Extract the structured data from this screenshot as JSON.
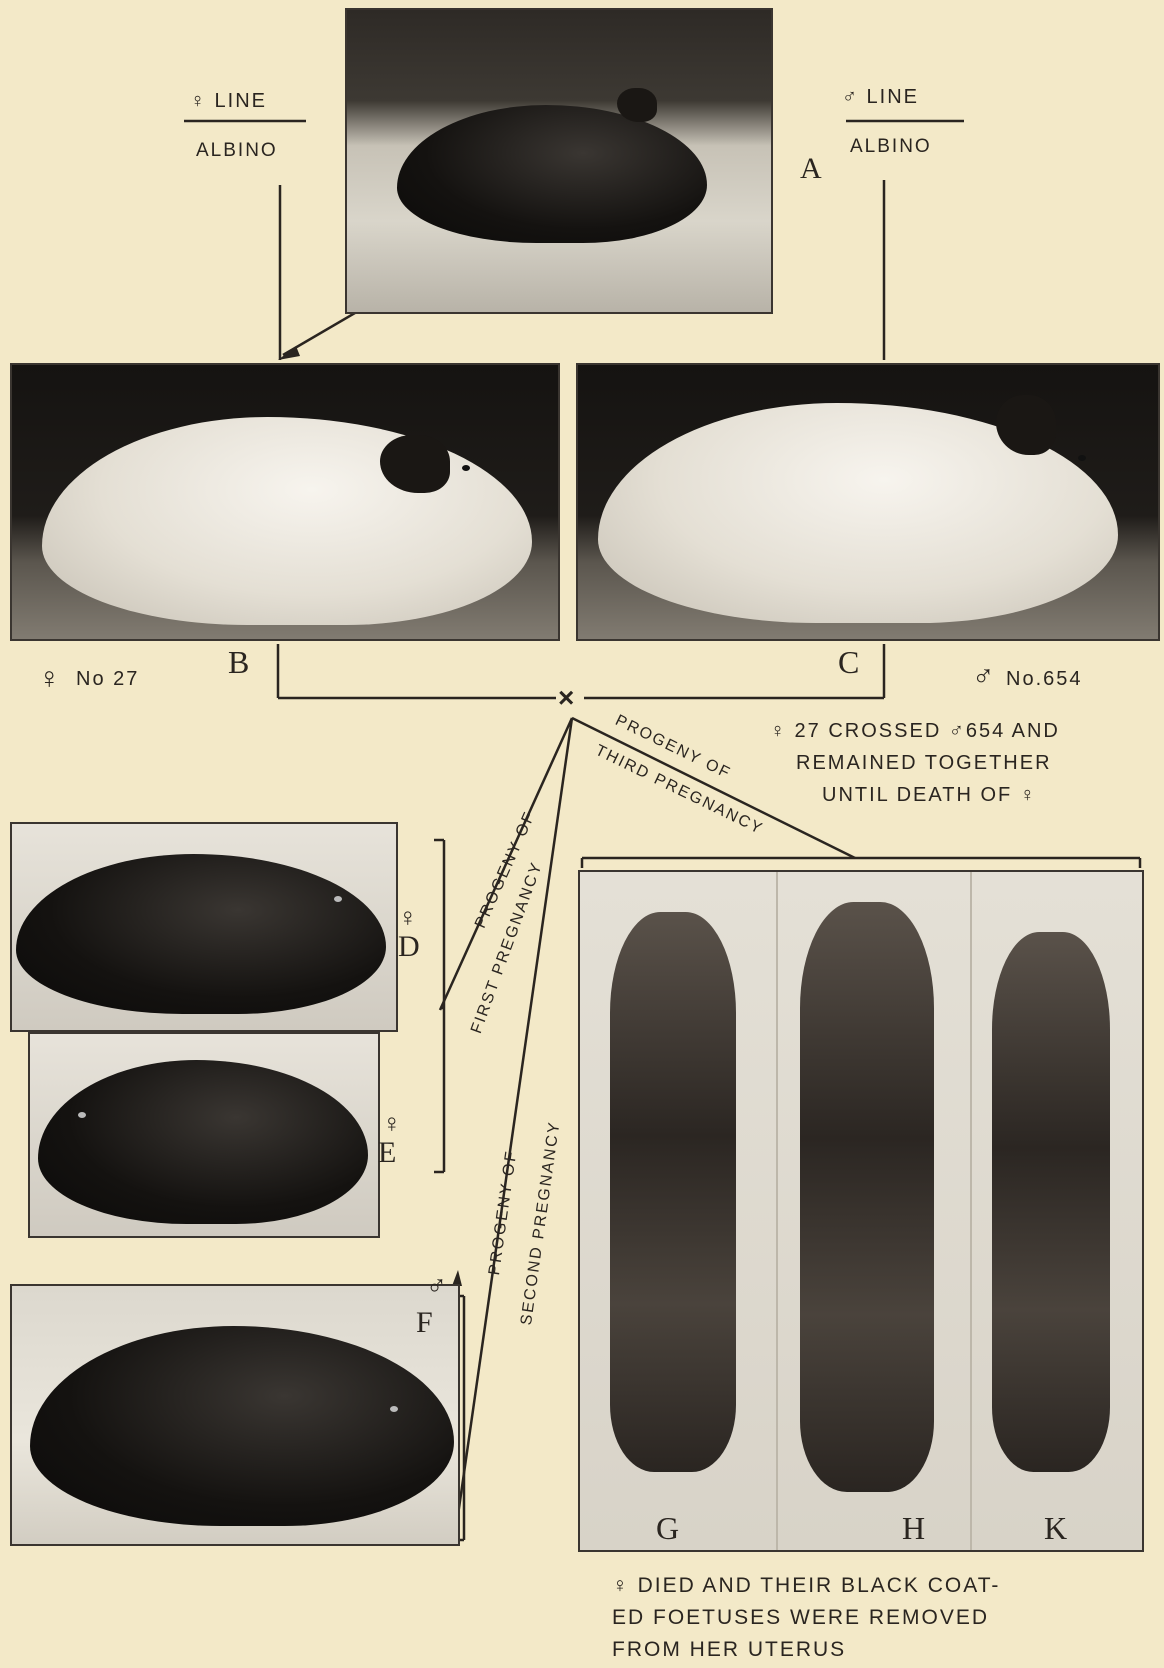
{
  "top_labels": {
    "left_line": "♀ LINE",
    "left_albino": "ALBINO",
    "right_line": "♂ LINE",
    "right_albino": "ALBINO"
  },
  "photos": {
    "a": "A",
    "b": "B",
    "c": "C",
    "d": "D",
    "e": "E",
    "f": "F",
    "g": "G",
    "h": "H",
    "k": "K"
  },
  "sex_marks": {
    "d": "♀",
    "e": "♀",
    "f": "♂",
    "female": "♀",
    "male": "♂"
  },
  "parents": {
    "female_no": "No 27",
    "male_no": "No.654",
    "cross": "×"
  },
  "note": {
    "line1": "♀ 27 CROSSED ♂654 AND",
    "line2": "REMAINED TOGETHER",
    "line3": "UNTIL DEATH OF ♀"
  },
  "branches": {
    "first_a": "PROGENY OF",
    "first_b": "FIRST PREGNANCY",
    "second_a": "PROGENY OF",
    "second_b": "SECOND PREGNANCY",
    "third_a": "PROGENY OF",
    "third_b": "THIRD PREGNANCY"
  },
  "caption": {
    "line1": "♀ DIED AND THEIR BLACK COAT-",
    "line2": "ED FOETUSES WERE REMOVED",
    "line3": "FROM HER UTERUS"
  }
}
